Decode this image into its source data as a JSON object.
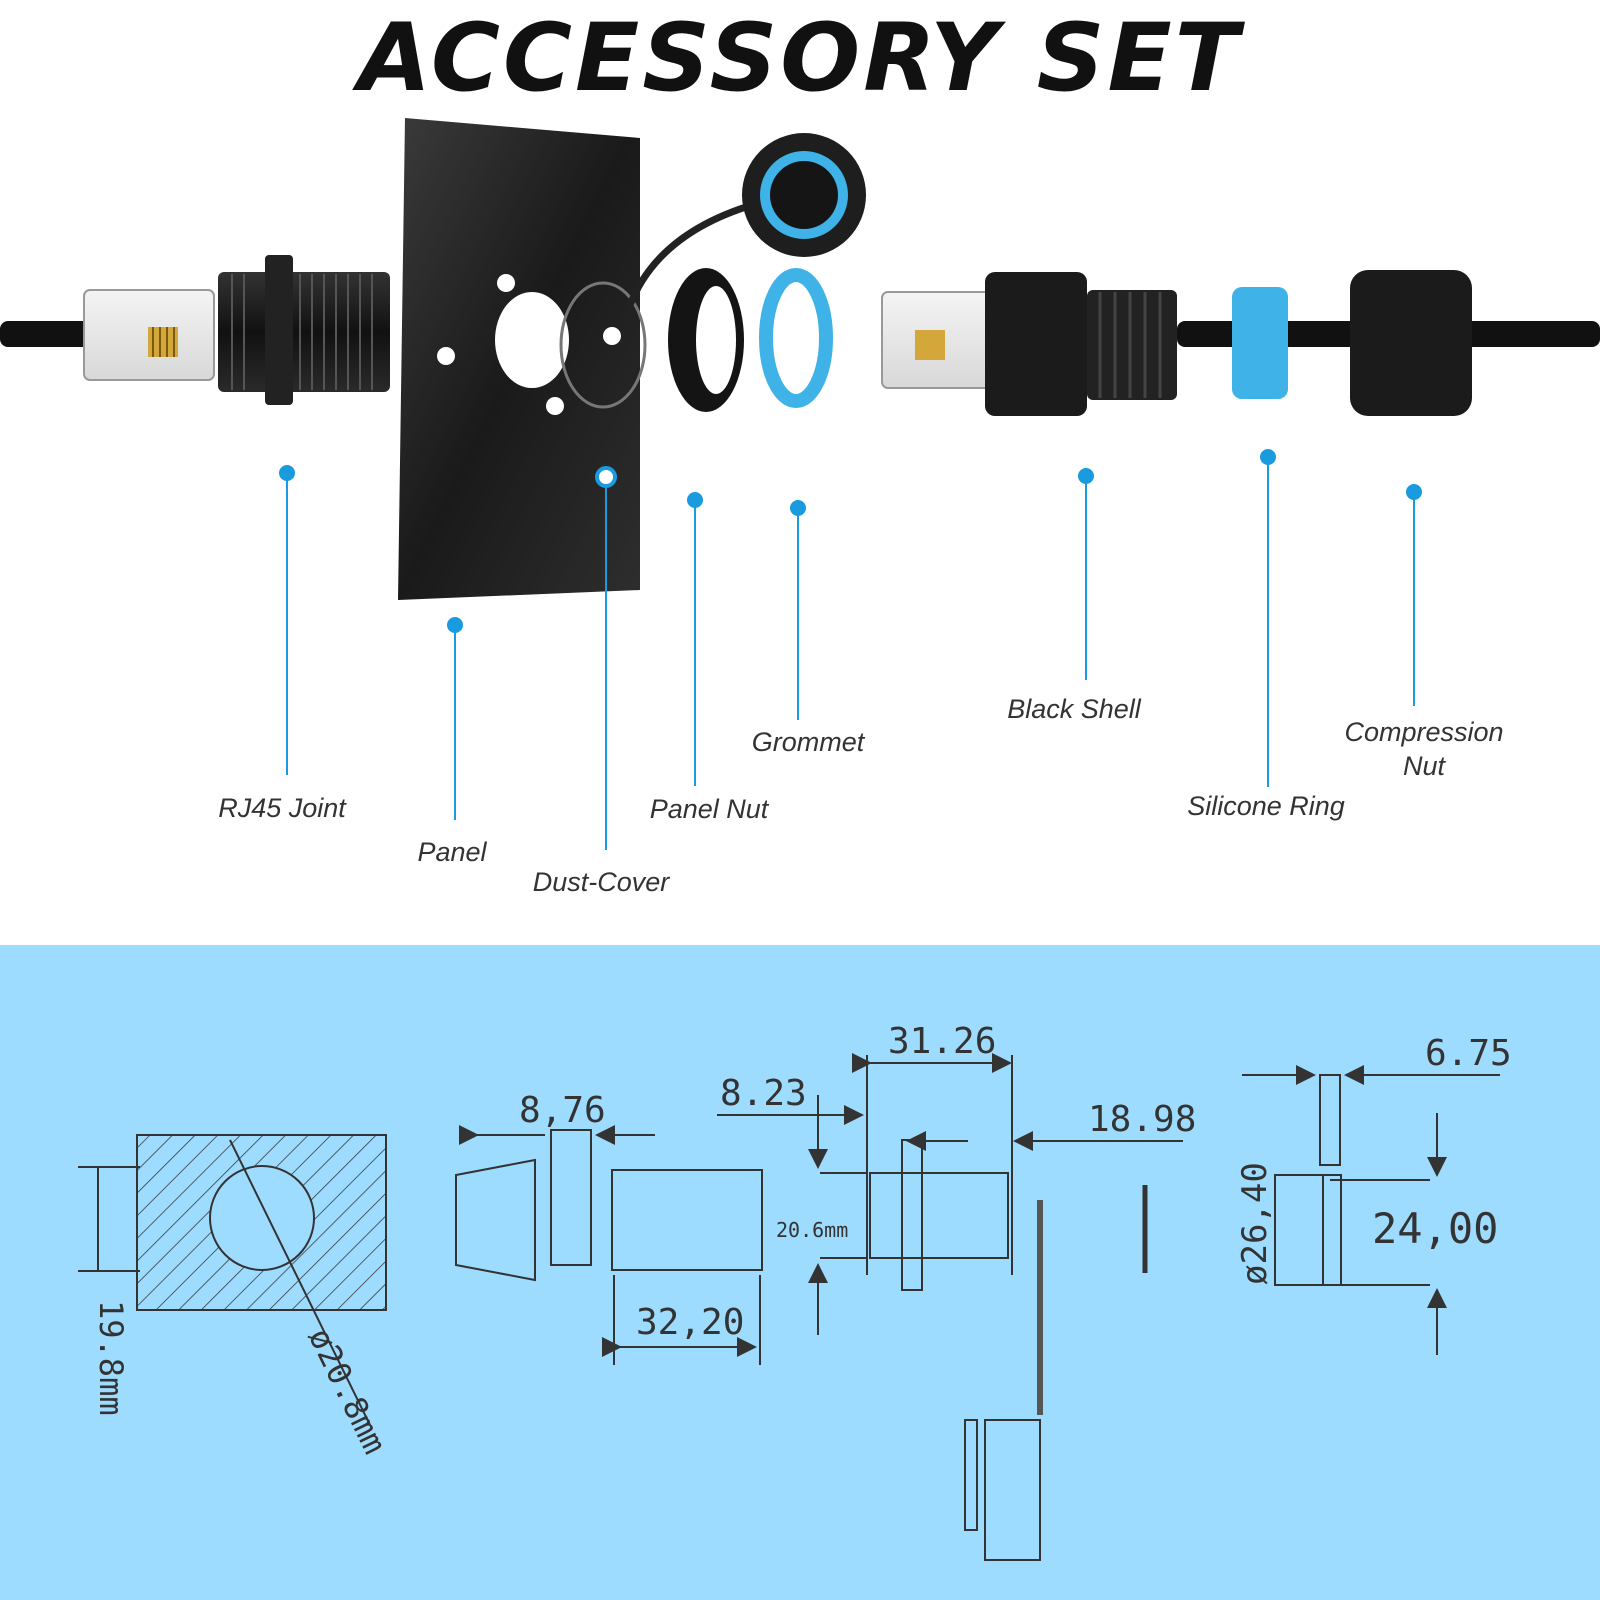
{
  "title": "ACCESSORY SET",
  "parts": [
    {
      "id": "rj45",
      "label": "RJ45 Joint"
    },
    {
      "id": "panel",
      "label": "Panel"
    },
    {
      "id": "dustcover",
      "label": "Dust-Cover"
    },
    {
      "id": "panelnut",
      "label": "Panel Nut"
    },
    {
      "id": "grommet",
      "label": "Grommet"
    },
    {
      "id": "blackshell",
      "label": "Black Shell"
    },
    {
      "id": "silicone",
      "label": "Silicone Ring"
    },
    {
      "id": "compression",
      "label": "Compression\nNut"
    }
  ],
  "dimensions": {
    "cutout_height": "19.8mm",
    "cutout_diameter": "ø20.8mm",
    "nut_width": "8,76",
    "plug_length": "32,20",
    "shell_offset": "8.23",
    "socket_length": "31.26",
    "panel_hole": "20.6mm",
    "socket_depth": "18.98",
    "ring_width": "6.75",
    "flange_diameter": "ø26,40",
    "body_diameter": "24,00"
  },
  "colors": {
    "accent": "#1a9be0",
    "drawing_bg": "#9edcff",
    "silicone": "#3fb3e8"
  }
}
